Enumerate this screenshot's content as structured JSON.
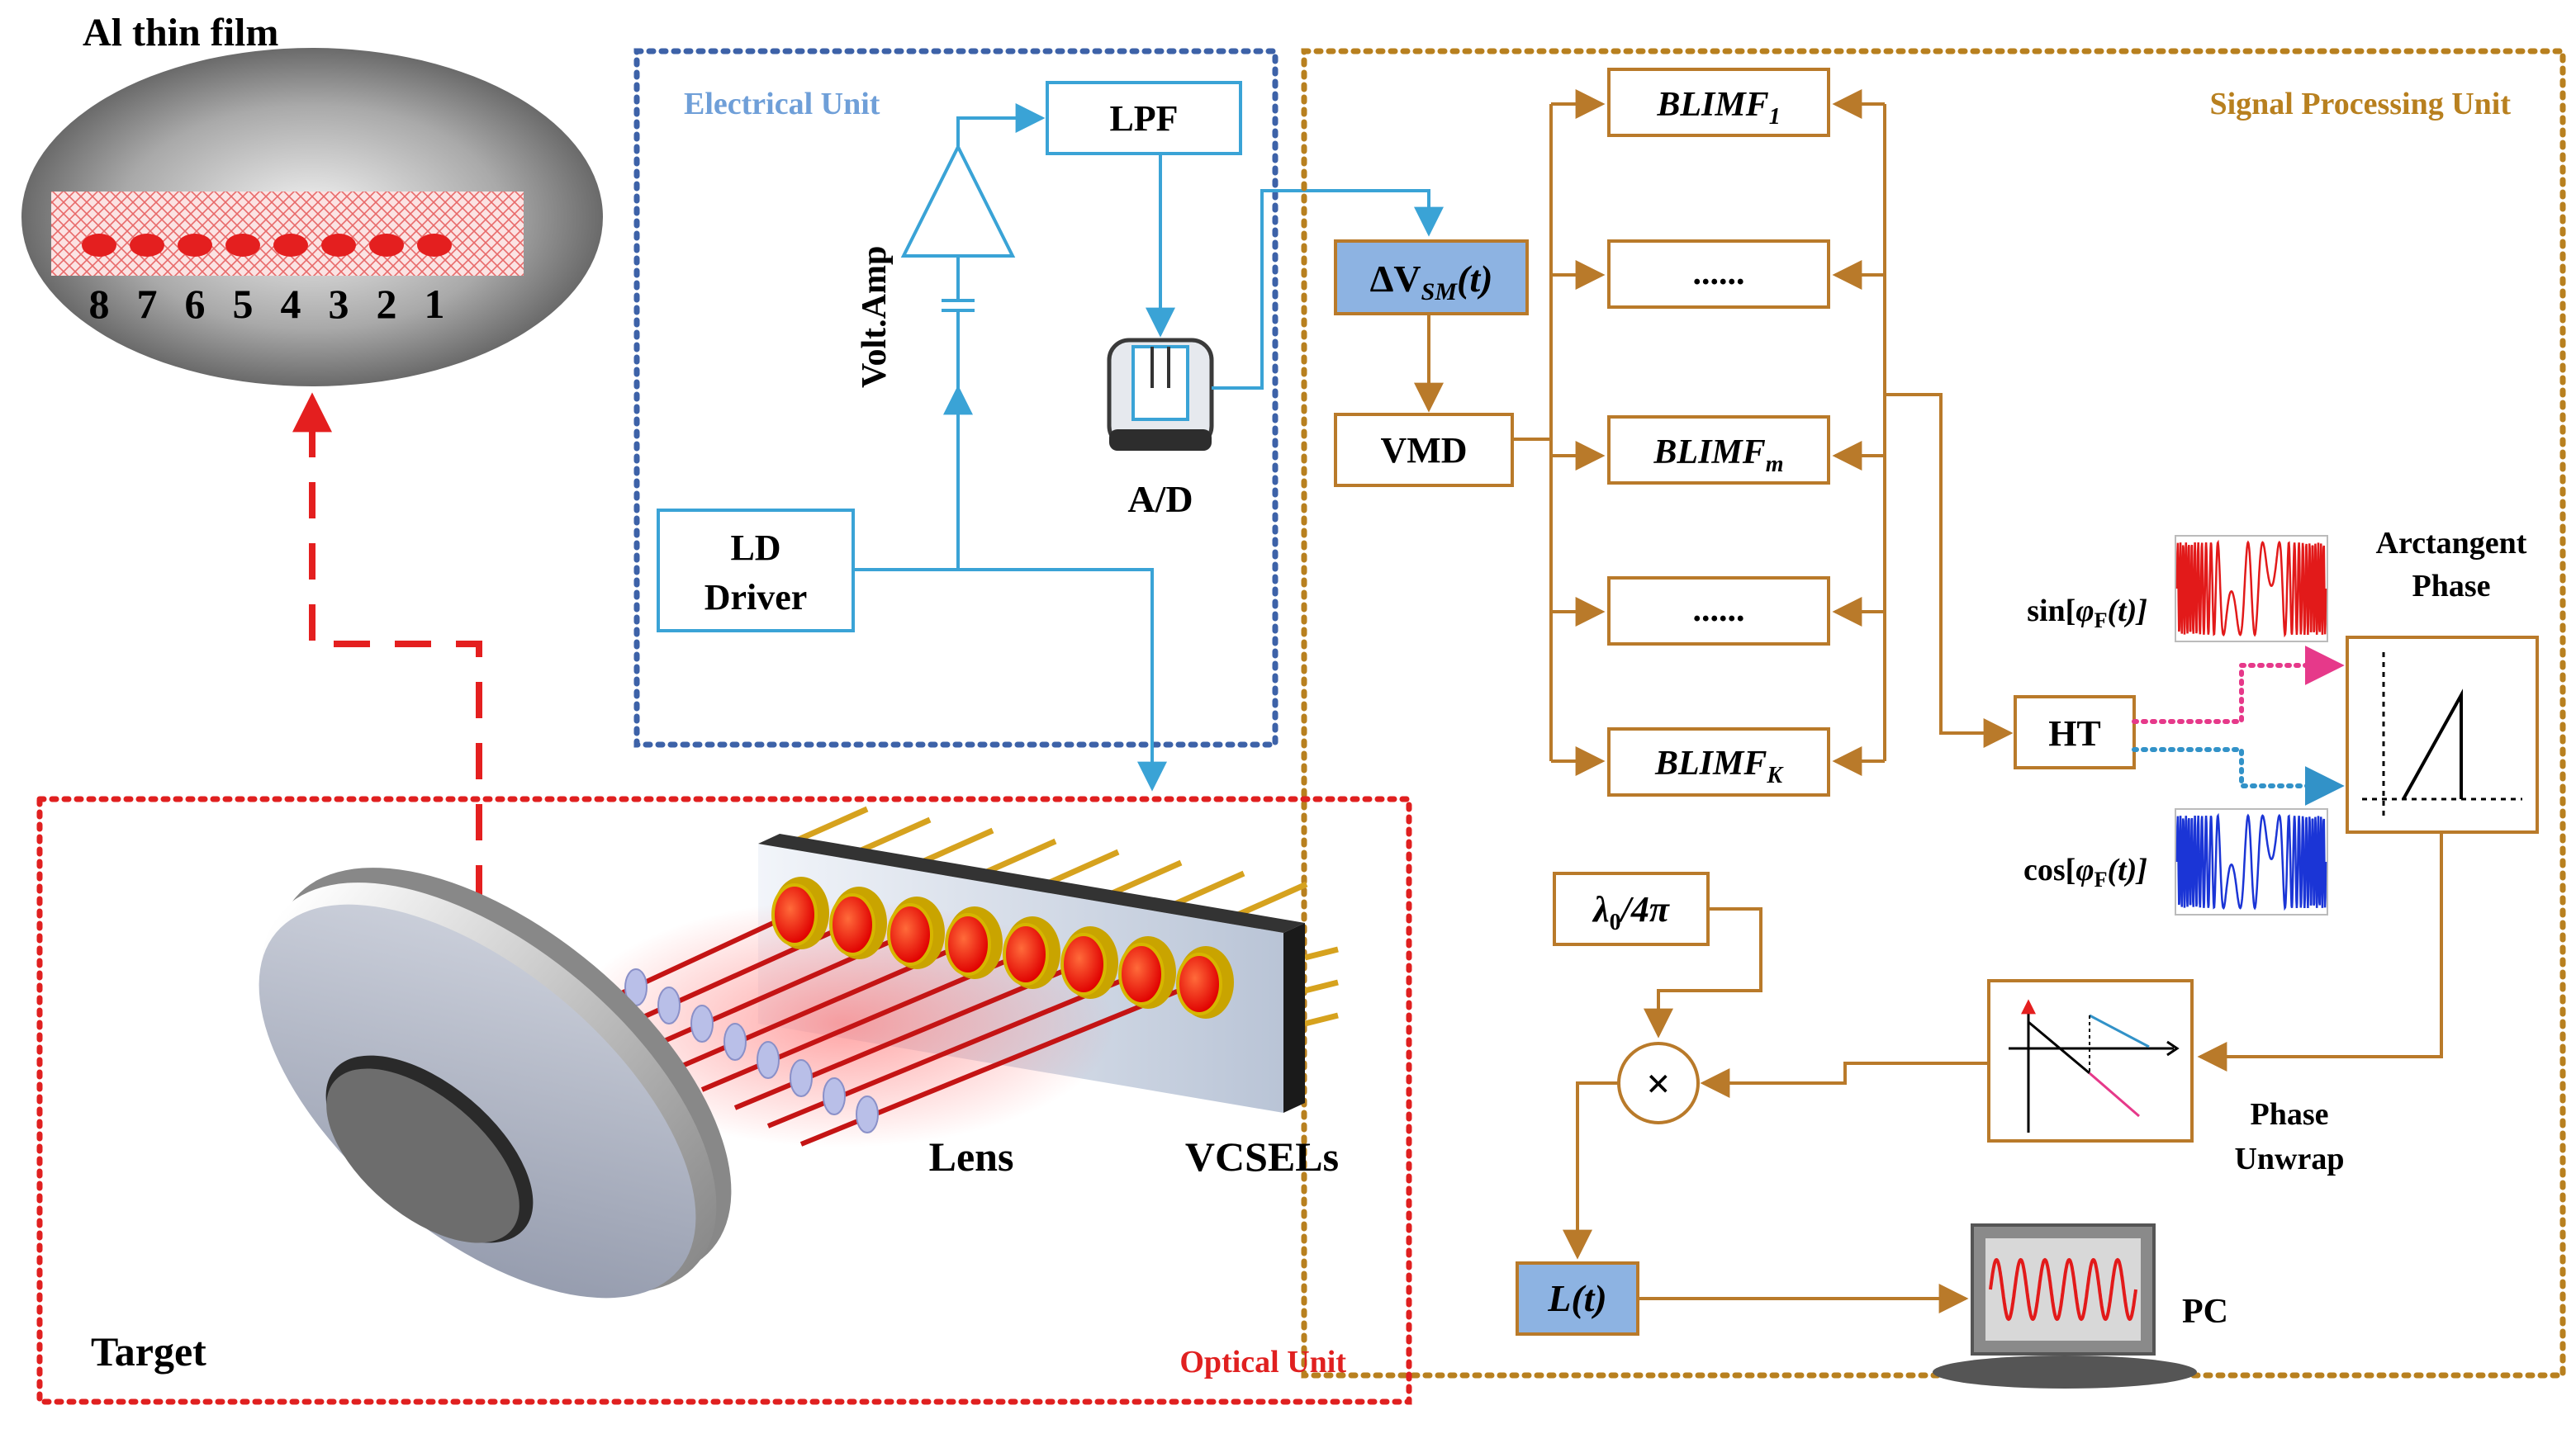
{
  "film": {
    "title": "Al thin film",
    "spots": [
      "8",
      "7",
      "6",
      "5",
      "4",
      "3",
      "2",
      "1"
    ]
  },
  "units": {
    "electrical": "Electrical Unit",
    "signal": "Signal Processing Unit",
    "optical": "Optical Unit"
  },
  "electrical": {
    "lpf": "LPF",
    "amp": "Volt.Amp",
    "ad": "A/D",
    "ld_line1": "LD",
    "ld_line2": "Driver"
  },
  "signal": {
    "dvsm": {
      "prefix": "ΔV",
      "sub": "SM",
      "suffix": "(t)"
    },
    "vmd": "VMD",
    "imfs": [
      {
        "base": "BLIMF",
        "sub": "1"
      },
      {
        "base": "......",
        "sub": ""
      },
      {
        "base": "BLIMF",
        "sub": "m"
      },
      {
        "base": "......",
        "sub": ""
      },
      {
        "base": "BLIMF",
        "sub": "K"
      }
    ],
    "ht": "HT",
    "sin_label": {
      "pre": "sin[",
      "phi": "φ",
      "sub": "F",
      "post": "(t)]"
    },
    "cos_label": {
      "pre": "cos[",
      "phi": "φ",
      "sub": "F",
      "post": "(t)]"
    },
    "arctan_line1": "Arctangent",
    "arctan_line2": "Phase",
    "lambda": {
      "pre": "λ",
      "sub": "0",
      "post": "/4π"
    },
    "multiply": "×",
    "unwrap_line1": "Phase",
    "unwrap_line2": "Unwrap",
    "lt": "L(t)",
    "pc": "PC"
  },
  "optical": {
    "lens": "Lens",
    "vcsels": "VCSELs",
    "target": "Target"
  },
  "colors": {
    "blue_line": "#3aa3d6",
    "electrical_border": "#3d62a8",
    "electrical_title": "#6f9fd8",
    "signal_border": "#b8801f",
    "signal_title": "#b8801f",
    "brown_line": "#b97a2a",
    "optical_border": "#e02020",
    "laser_red": "#e41f1f",
    "blue_box_fill": "#8db3e2",
    "pink_arrow": "#e6398a",
    "blue_arrow": "#3292c8"
  }
}
